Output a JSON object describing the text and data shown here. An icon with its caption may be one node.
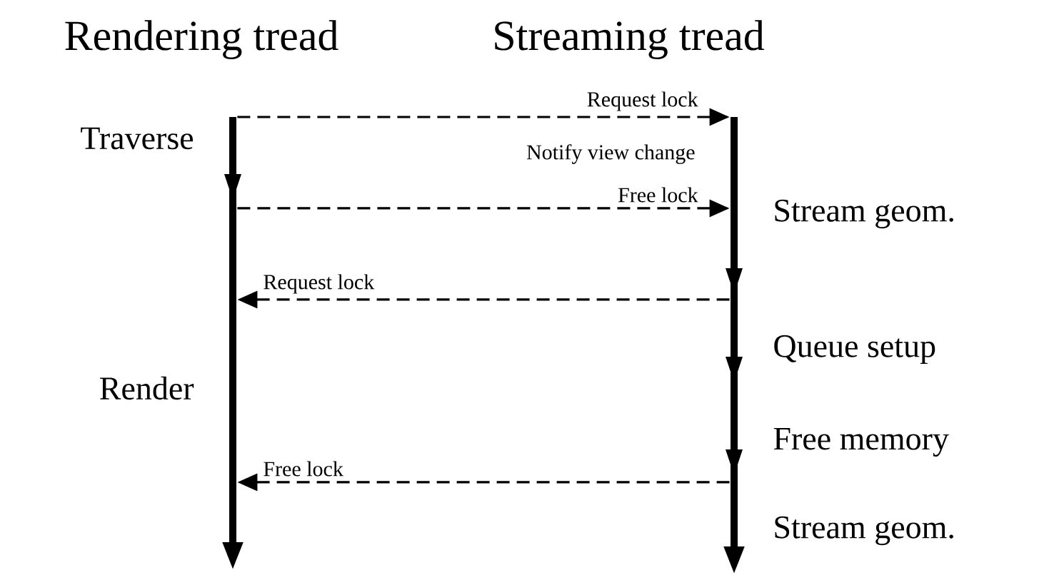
{
  "diagram": {
    "nodes": [
      {
        "text": [
          "Rendering tread"
        ]
      },
      {
        "text": [
          "Streaming tread"
        ]
      }
    ],
    "edges": [
      {
        "from": 0,
        "to": 1,
        "arrow": "to",
        "label": "Request lock",
        "style": "dashed"
      },
      {
        "from": 0,
        "to": 1,
        "arrow": "to",
        "label": "Free lock",
        "style": "dashed"
      },
      {
        "from": 1,
        "to": 0,
        "arrow": "to",
        "label": "Request lock",
        "style": "dashed"
      },
      {
        "from": 1,
        "to": 0,
        "arrow": "to",
        "label": "Free lock",
        "style": "dashed"
      }
    ],
    "labels": [
      "Traverse",
      "Notify view change",
      "Stream geom.",
      "Queue setup",
      "Render",
      "Free memory",
      "Stream geom."
    ]
  }
}
